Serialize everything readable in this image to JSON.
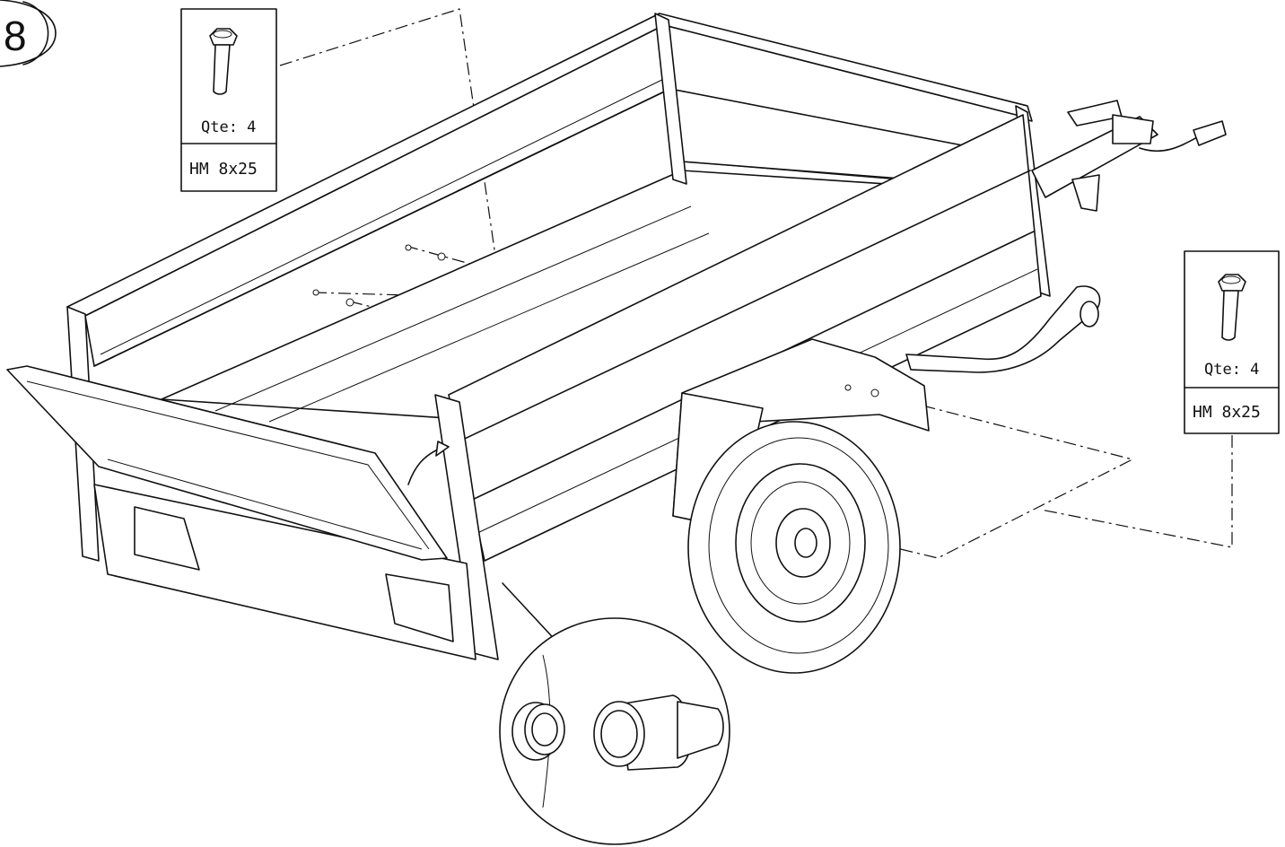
{
  "step": {
    "number": "8"
  },
  "part_boxes": [
    {
      "qty_label": "Qte: 4",
      "part_code": "HM 8x25"
    },
    {
      "qty_label": "Qte: 4",
      "part_code": "HM 8x25"
    }
  ],
  "icons": {
    "bolt": "hex-flange-bolt-icon",
    "trailer": "utility-trailer-drawing",
    "connector": "electrical-plug-socket-detail"
  }
}
